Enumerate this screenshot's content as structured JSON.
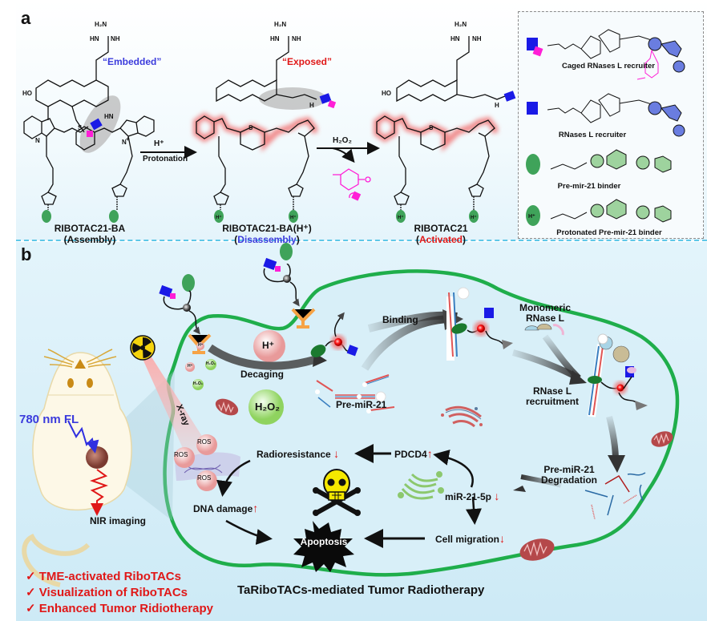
{
  "panel_a": {
    "letter": "a",
    "states": [
      {
        "name": "RIBOTAC21-BA",
        "sub_prefix": "(",
        "sub": "Assembly",
        "sub_suffix": ")",
        "tag": "“Embedded”",
        "tag_color": "#3b3bdc"
      },
      {
        "name": "RIBOTAC21-BA(H⁺)",
        "sub_prefix": "(",
        "sub": "Disassembly",
        "sub_suffix": ")",
        "tag": "“Exposed”",
        "tag_color": "#e01818"
      },
      {
        "name": "RIBOTAC21",
        "sub_prefix": "(",
        "sub": "Activated",
        "sub_suffix": ")"
      }
    ],
    "arrow1": {
      "top": "H⁺",
      "bottom": "Protonation"
    },
    "arrow2": {
      "top": "H₂O₂"
    },
    "chem_atoms": {
      "h2n": "H₂N",
      "hn": "HN",
      "nh": "NH",
      "ho": "HO",
      "o": "O",
      "s": "S",
      "n": "N",
      "h": "H",
      "plus": "+",
      "hplus": "H⁺"
    },
    "legend": [
      {
        "label": "Caged RNases L recruiter",
        "icon": "caged-recruiter-icon"
      },
      {
        "label": "RNases L recruiter",
        "icon": "recruiter-icon"
      },
      {
        "label": "Pre-mir-21 binder",
        "icon": "binder-icon"
      },
      {
        "label": "Protonated Pre-mir-21 binder",
        "icon": "protonated-binder-icon",
        "icon_text": "H⁺"
      }
    ]
  },
  "panel_b": {
    "letter": "b",
    "mouse": {
      "fl_label": "780 nm FL",
      "nir_label": "NIR imaging"
    },
    "xray_label": "X-ray",
    "small_bubbles": [
      "H⁺",
      "H₂O₂",
      "H⁺",
      "H₂O₂"
    ],
    "big_bubbles": [
      "H⁺",
      "H₂O₂"
    ],
    "ros": [
      "ROS",
      "ROS",
      "ROS"
    ],
    "steps": {
      "decaging": "Decaging",
      "binding": "Binding",
      "pre_mir": "Pre-miR-21",
      "monomeric": "Monomeric RNase L",
      "monomeric_l1": "Monomeric",
      "monomeric_l2": "RNase L",
      "recruitment_l1": "RNase L",
      "recruitment_l2": "recruitment",
      "degradation_l1": "Pre-miR-21",
      "degradation_l2": "Degradation"
    },
    "outcomes": {
      "radioresistance": "Radioresistance",
      "pdcd4": "PDCD4",
      "mir": "miR-21-5p",
      "migration": "Cell migration",
      "dna": "DNA damage",
      "apoptosis": "Apoptosis",
      "up": "↑",
      "down": "↓"
    },
    "caption": "TaRiboTACs-mediated Tumor Radiotherapy",
    "checklist": [
      "✓ TME-activated RiboTACs",
      "✓ Visualization of RiboTACs",
      "✓ Enhanced Tumor Ridiotherapy"
    ]
  },
  "colors": {
    "membrane": "#1fae4b",
    "recruiter": "#1a1ae6",
    "cage": "#ff1fd6",
    "binder": "#3fa35a",
    "glow": "#f07070",
    "up_arrow": "#e01818"
  }
}
